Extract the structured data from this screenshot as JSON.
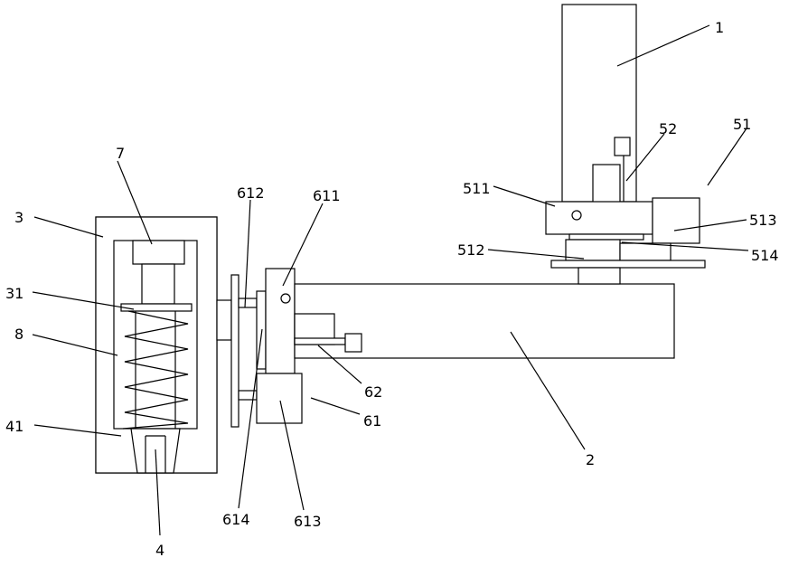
{
  "diagram": {
    "labels": {
      "l1": "1",
      "l2": "2",
      "l3": "3",
      "l4": "4",
      "l7": "7",
      "l8": "8",
      "l31": "31",
      "l41": "41",
      "l51": "51",
      "l52": "52",
      "l61": "61",
      "l62": "62",
      "l511": "511",
      "l512": "512",
      "l513": "513",
      "l514": "514",
      "l611": "611",
      "l612": "612",
      "l613": "613",
      "l614": "614"
    }
  }
}
